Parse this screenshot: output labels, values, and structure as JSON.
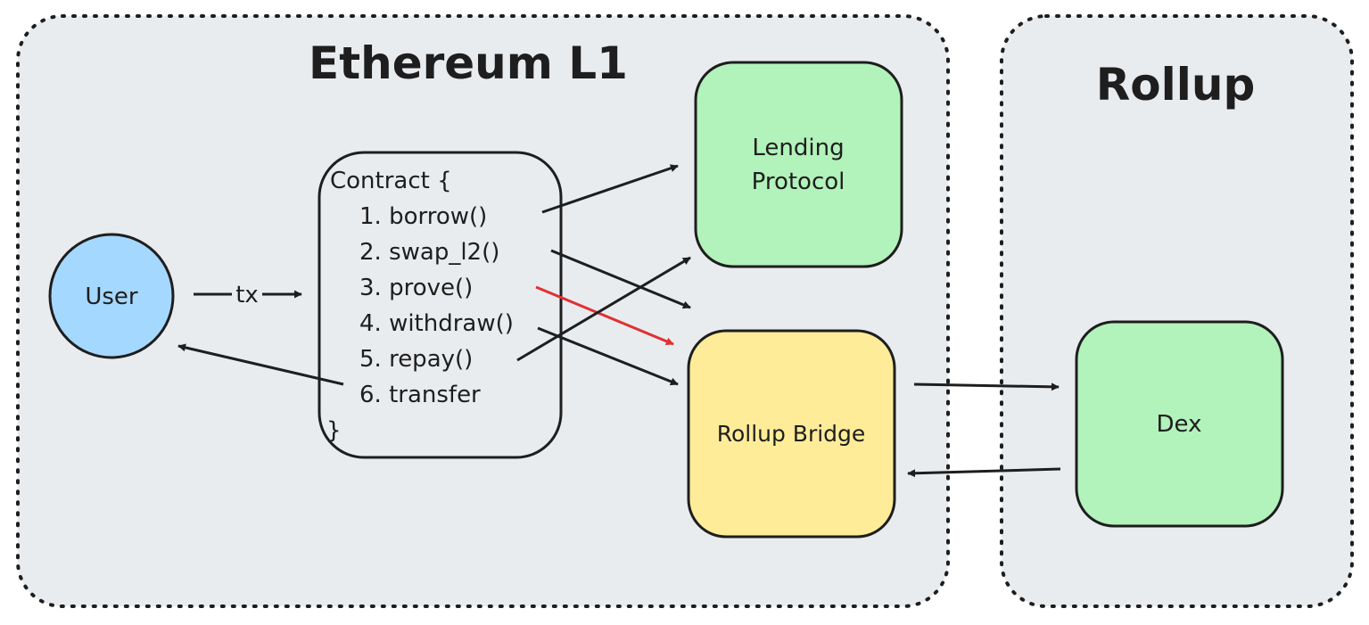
{
  "regions": {
    "l1": {
      "title": "Ethereum L1"
    },
    "rollup": {
      "title": "Rollup"
    }
  },
  "nodes": {
    "user": {
      "label": "User"
    },
    "lending": {
      "line1": "Lending",
      "line2": "Protocol"
    },
    "bridge": {
      "label": "Rollup Bridge"
    },
    "dex": {
      "label": "Dex"
    }
  },
  "contract": {
    "open": "Contract {",
    "steps": [
      "1. borrow()",
      "2. swap_l2()",
      "3. prove()",
      "4. withdraw()",
      "5. repay()",
      "6. transfer"
    ],
    "close": "}"
  },
  "edges": {
    "tx_label": "tx"
  },
  "colors": {
    "region_fill": "#e9ecef",
    "user_fill": "#a5d8ff",
    "green_fill": "#b2f2bb",
    "bridge_fill": "#ffec99",
    "stroke": "#1e1e1e",
    "highlight_arrow": "#e03131"
  }
}
